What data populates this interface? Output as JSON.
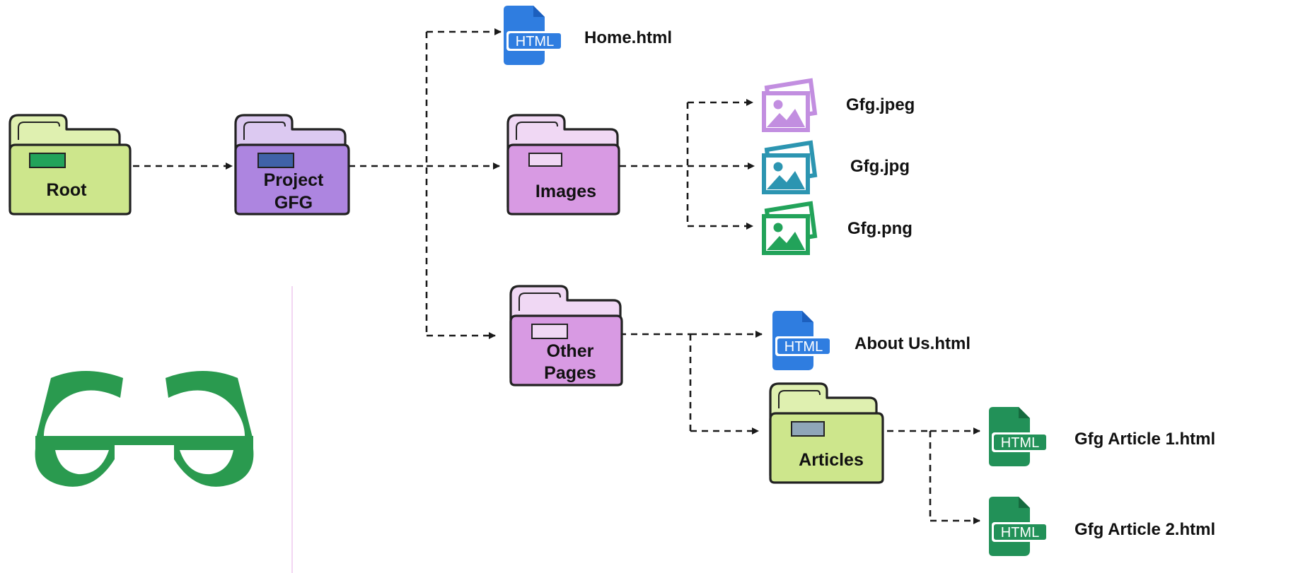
{
  "colors": {
    "root_folder": "#cde68c",
    "root_tab": "#dff0b0",
    "project_folder": "#ad85e0",
    "project_tab": "#dcc9f1",
    "purple_folder": "#d89ae3",
    "purple_tab": "#f0d8f4",
    "articles_folder": "#cde68c",
    "articles_tab": "#dff0b0",
    "html_blue": "#2f7de0",
    "html_green": "#229158",
    "image_violet": "#c28ee0",
    "image_teal": "#2c95b1",
    "image_green": "#22a35a",
    "logo_green": "#2a9a4f",
    "divider": "#efc8ef"
  },
  "nodes": {
    "root": {
      "label": "Root",
      "icon": "folder-icon"
    },
    "project": {
      "label_line1": "Project",
      "label_line2": "GFG",
      "icon": "folder-icon"
    },
    "home_html": {
      "badge": "HTML",
      "label": "Home.html",
      "icon": "html-file-icon"
    },
    "images": {
      "label": "Images",
      "icon": "folder-icon"
    },
    "gfg_jpeg": {
      "label": "Gfg.jpeg",
      "icon": "image-icon"
    },
    "gfg_jpg": {
      "label": "Gfg.jpg",
      "icon": "image-icon"
    },
    "gfg_png": {
      "label": "Gfg.png",
      "icon": "image-icon"
    },
    "other_pages": {
      "label_line1": "Other",
      "label_line2": "Pages",
      "icon": "folder-icon"
    },
    "about_html": {
      "badge": "HTML",
      "label": "About Us.html",
      "icon": "html-file-icon"
    },
    "articles": {
      "label": "Articles",
      "icon": "folder-icon"
    },
    "article1_html": {
      "badge": "HTML",
      "label": "Gfg Article 1.html",
      "icon": "html-file-icon"
    },
    "article2_html": {
      "badge": "HTML",
      "label": "Gfg Article 2.html",
      "icon": "html-file-icon"
    }
  },
  "logo": {
    "icon": "geeksforgeeks-logo-icon"
  }
}
